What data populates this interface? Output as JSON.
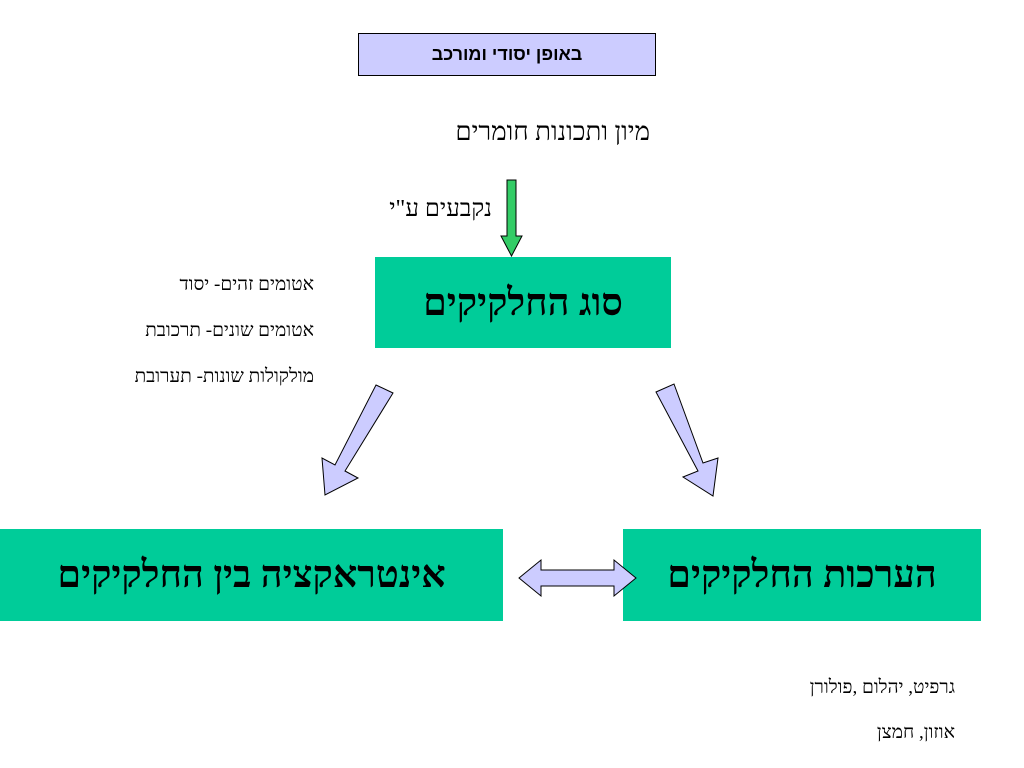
{
  "title_box": "באופן יסודי ומורכב",
  "heading": "מיון ותכונות חומרים",
  "determined_by": "נקבעים ע\"י",
  "boxes": {
    "particle_type": "סוג החלקיקים",
    "particle_arrangement": "הערכות החלקיקים",
    "particle_interaction": "אינטראקציה בין החלקיקים"
  },
  "type_notes": [
    "אטומים זהים- יסוד",
    "אטומים שונים- תרכובת",
    "מולקולות שונות- תערובת"
  ],
  "arrangement_notes": [
    "גרפיט, יהלום ,פולורן",
    "אוזון, חמצן"
  ],
  "colors": {
    "box_green": "#00cc99",
    "title_fill": "#ccccff",
    "arrow_fill": "#ccccff",
    "down_arrow_fill": "#33cc66"
  }
}
